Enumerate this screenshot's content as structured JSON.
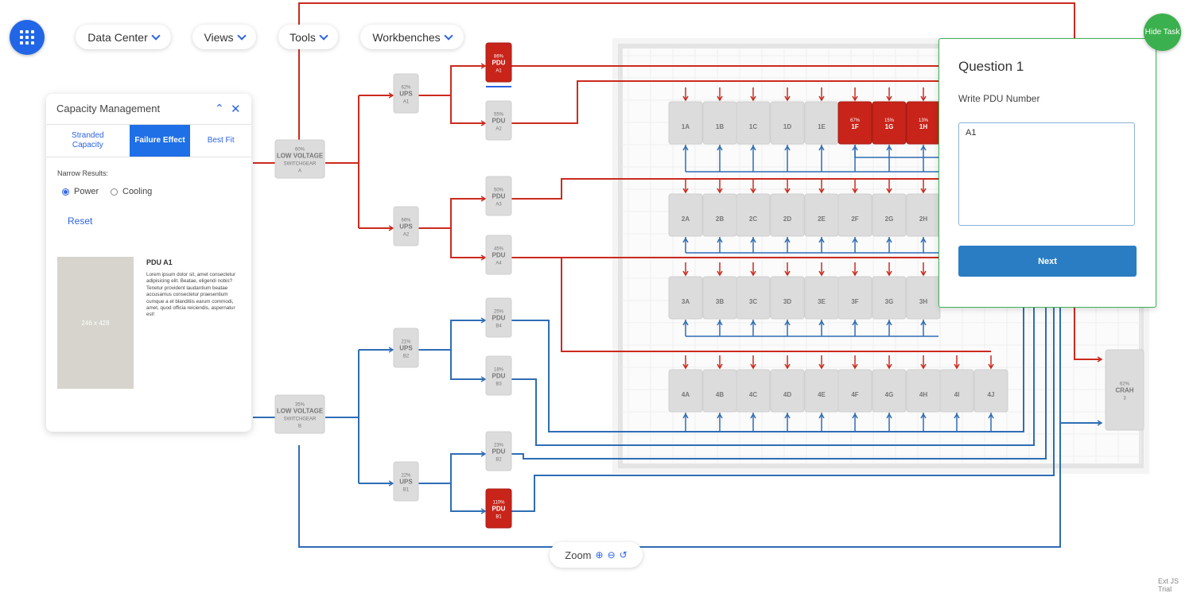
{
  "nav": {
    "menus": [
      {
        "label": "Data Center"
      },
      {
        "label": "Views"
      },
      {
        "label": "Tools"
      },
      {
        "label": "Workbenches"
      }
    ]
  },
  "capacity_panel": {
    "title": "Capacity Management",
    "tabs": [
      "Stranded Capacity",
      "Failure Effect",
      "Best Fit"
    ],
    "active_tab": "Failure Effect",
    "narrow_label": "Narrow Results:",
    "options": [
      "Power",
      "Cooling"
    ],
    "selected_option": "Power",
    "reset_label": "Reset",
    "image_placeholder": "246 x 428",
    "item_title": "PDU A1",
    "item_description": "Lorem ipsum dolor sit, amet consectetur adipisicing elit. Beatae, eligendi nobis? Tenetur provident laudantium beatae accusamus consectetur praesentium cumque a et blanditiis earum commodi, amet, quod officia reiciendis, aspernatur est!"
  },
  "task": {
    "question_title": "Question 1",
    "instruction": "Write PDU Number",
    "answer_value": "A1",
    "next_label": "Next",
    "hide_label": "Hide Task"
  },
  "zoom": {
    "label": "Zoom"
  },
  "watermark": "Ext JS Trial",
  "colors": {
    "power_line": "#cc2a1e",
    "cooling_line": "#2f6db5",
    "alert_node": "#c8241a",
    "node": "#dcdcdc",
    "accent": "#1f6fe6",
    "task_green": "#3bb04e"
  },
  "diagram": {
    "switchgears": [
      {
        "pct": "60%",
        "name": "LOW VOLTAGE SWITCHGEAR",
        "id": "A",
        "state": "normal"
      },
      {
        "pct": "35%",
        "name": "LOW VOLTAGE SWITCHGEAR",
        "id": "B",
        "state": "normal"
      }
    ],
    "ups": [
      {
        "pct": "62%",
        "name": "UPS",
        "id": "A1"
      },
      {
        "pct": "66%",
        "name": "UPS",
        "id": "A2"
      },
      {
        "pct": "21%",
        "name": "UPS",
        "id": "B2"
      },
      {
        "pct": "22%",
        "name": "UPS",
        "id": "B1"
      }
    ],
    "pdus": [
      {
        "pct": "86%",
        "name": "PDU",
        "id": "A1",
        "alert": true
      },
      {
        "pct": "55%",
        "name": "PDU",
        "id": "A2",
        "alert": false
      },
      {
        "pct": "50%",
        "name": "PDU",
        "id": "A3",
        "alert": false
      },
      {
        "pct": "45%",
        "name": "PDU",
        "id": "A4",
        "alert": false
      },
      {
        "pct": "25%",
        "name": "PDU",
        "id": "B4",
        "alert": false
      },
      {
        "pct": "18%",
        "name": "PDU",
        "id": "B3",
        "alert": false
      },
      {
        "pct": "23%",
        "name": "PDU",
        "id": "B2",
        "alert": false
      },
      {
        "pct": "110%",
        "name": "PDU",
        "id": "B1",
        "alert": true
      }
    ],
    "racks": [
      [
        {
          "label": "1A"
        },
        {
          "label": "1B"
        },
        {
          "label": "1C"
        },
        {
          "label": "1D"
        },
        {
          "label": "1E"
        },
        {
          "label": "1F",
          "pct": "67%",
          "alert": true
        },
        {
          "label": "1G",
          "pct": "15%",
          "alert": true
        },
        {
          "label": "1H",
          "pct": "13%",
          "alert": true
        }
      ],
      [
        {
          "label": "2A"
        },
        {
          "label": "2B"
        },
        {
          "label": "2C"
        },
        {
          "label": "2D"
        },
        {
          "label": "2E"
        },
        {
          "label": "2F"
        },
        {
          "label": "2G"
        },
        {
          "label": "2H"
        }
      ],
      [
        {
          "label": "3A"
        },
        {
          "label": "3B"
        },
        {
          "label": "3C"
        },
        {
          "label": "3D"
        },
        {
          "label": "3E"
        },
        {
          "label": "3F"
        },
        {
          "label": "3G"
        },
        {
          "label": "3H"
        }
      ],
      [
        {
          "label": "4A"
        },
        {
          "label": "4B"
        },
        {
          "label": "4C"
        },
        {
          "label": "4D"
        },
        {
          "label": "4E"
        },
        {
          "label": "4F"
        },
        {
          "label": "4G"
        },
        {
          "label": "4H"
        },
        {
          "label": "4I"
        },
        {
          "label": "4J"
        }
      ]
    ],
    "crah": {
      "pct": "62%",
      "name": "CRAH",
      "id": "3"
    }
  }
}
